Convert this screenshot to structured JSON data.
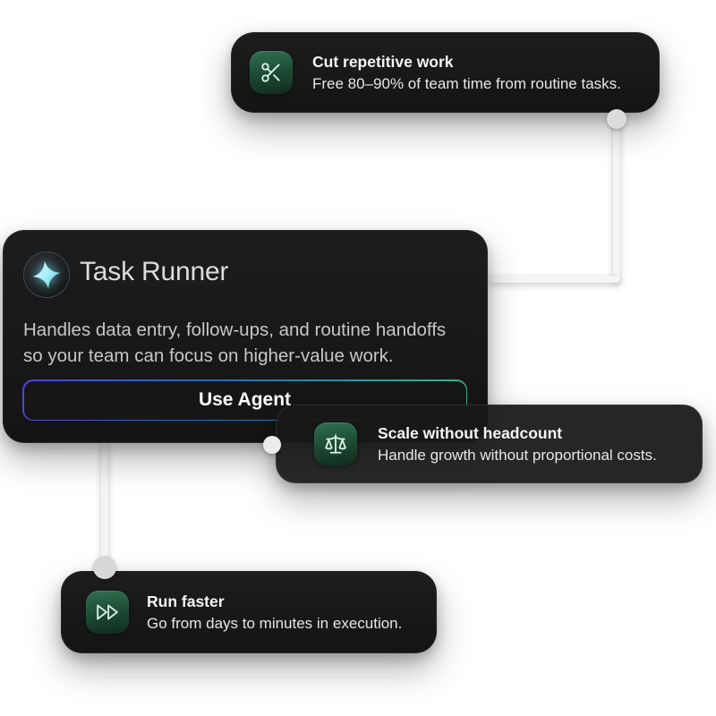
{
  "colors": {
    "background": "#ffffff",
    "card_bg_top": "#1d1d1d",
    "card_bg_bottom": "#141414",
    "icon_tile_top": "#2f7150",
    "icon_tile_mid": "#1d4a33",
    "icon_tile_bottom": "#122c1d",
    "icon_glyph": "#d9f2e3",
    "star_cyan": "#7de8f6",
    "accent_indigo": "#4b46d2",
    "accent_blue": "#2f6daf",
    "accent_green": "#35b489",
    "connector_line": "#f5f5f5",
    "connector_dot": "#dcdcdc",
    "title_bright": "#f5f5f5",
    "subtitle": "#e7e7e7",
    "agent_title": "#dcdcdc",
    "desc_gray": "#c7c7c7"
  },
  "cards": {
    "cut_repetitive_work": {
      "icon": "scissors-icon",
      "title": "Cut repetitive work",
      "subtitle": "Free 80–90% of team time from routine tasks."
    },
    "task_runner": {
      "icon": "sparkle-star-icon",
      "title": "Task Runner",
      "description_lines": [
        "Handles data entry, follow-ups, and routine handoffs",
        "so your team can focus on higher-value work."
      ],
      "button_label": "Use Agent"
    },
    "scale_without_headcount": {
      "icon": "scales-icon",
      "title": "Scale without headcount",
      "subtitle": "Handle growth without proportional costs."
    },
    "run_faster": {
      "icon": "fast-forward-icon",
      "title": "Run faster",
      "subtitle": "Go from days to minutes in execution."
    }
  }
}
